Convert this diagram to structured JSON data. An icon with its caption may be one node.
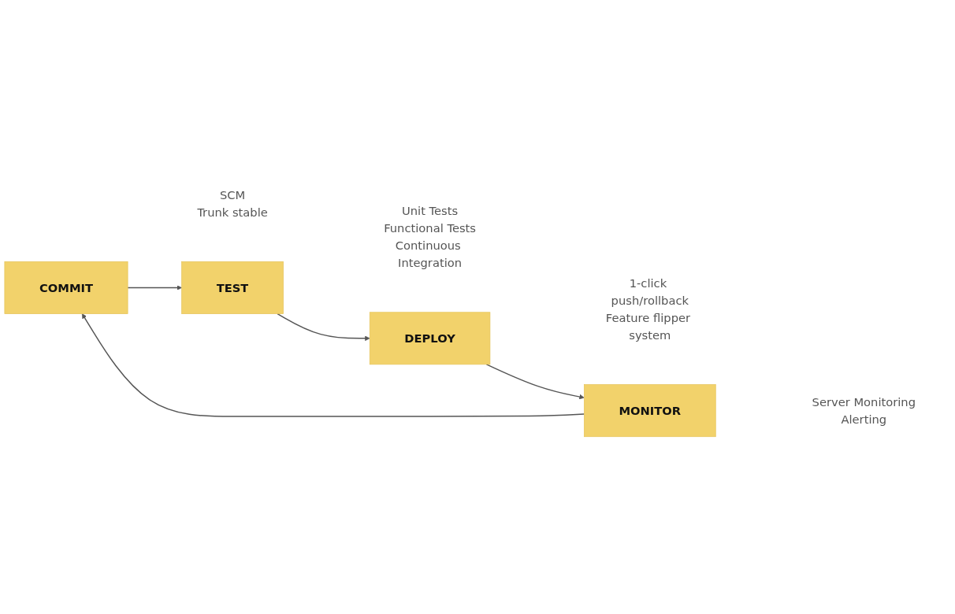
{
  "diagram": {
    "nodes": [
      {
        "text": [
          "COMMIT"
        ],
        "beside": [
          "SCM",
          "Trunk stable"
        ]
      },
      {
        "text": [
          "TEST"
        ],
        "beside": [
          "Unit Tests",
          "Functional Tests",
          "Continuous Integration"
        ]
      },
      {
        "text": [
          "DEPLOY"
        ],
        "beside": [
          "1-click push/rollback",
          "Feature flipper system"
        ]
      },
      {
        "text": [
          "MONITOR"
        ],
        "beside": [
          "Server Monitoring",
          "Alerting"
        ]
      }
    ],
    "edges": [
      {
        "from": 0,
        "to": 1,
        "arrow": "to"
      },
      {
        "from": 1,
        "to": 2,
        "arrow": "to"
      },
      {
        "from": 2,
        "to": 3,
        "arrow": "to"
      },
      {
        "from": 3,
        "to": 0,
        "arrow": "to"
      }
    ]
  }
}
